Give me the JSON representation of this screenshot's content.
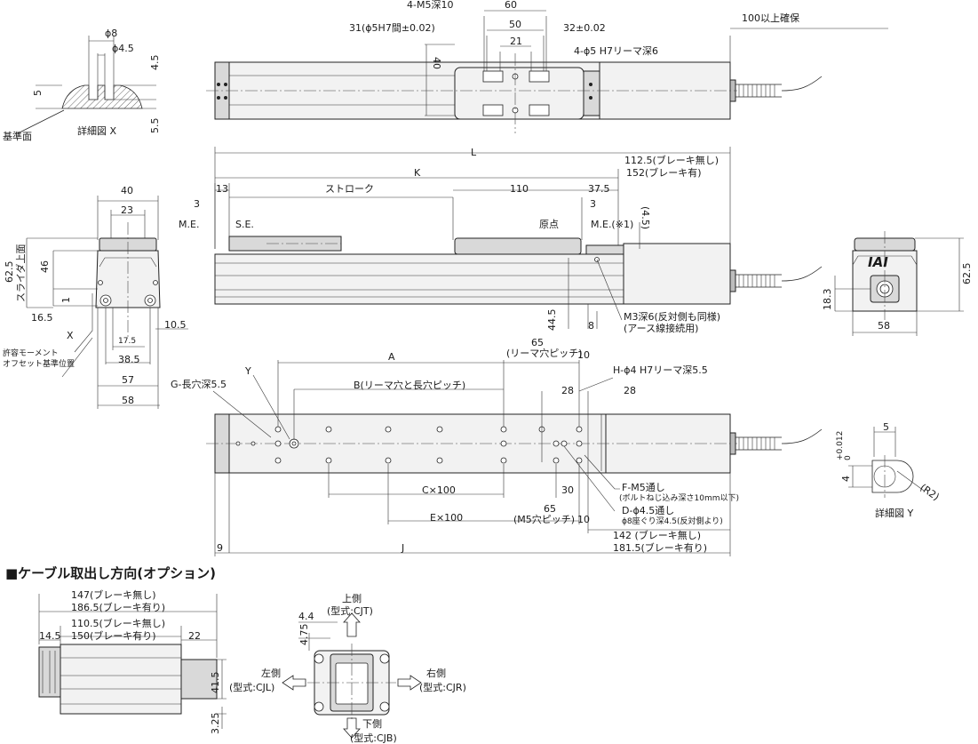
{
  "top_view": {
    "d_4m5": "4-M5深10",
    "d_31": "31(ϕ5H7間±0.02)",
    "d_60": "60",
    "d_50": "50",
    "d_21": "21",
    "d_32": "32±0.02",
    "d_4phi5": "4-ϕ5 H7リーマ深6",
    "d_100": "100以上確保",
    "d_40": "40"
  },
  "detail_x": {
    "d_phi8": "ϕ8",
    "d_phi45": "ϕ4.5",
    "d_45": "4.5",
    "d_5": "5",
    "d_55": "5.5",
    "ref_surface": "基準面",
    "title": "詳細図 X"
  },
  "side_view": {
    "d_L": "L",
    "d_K": "K",
    "d_1125": "112.5(ブレーキ無し)",
    "d_152": "152(ブレーキ有)",
    "d_13": "13",
    "d_3a": "3",
    "d_stroke": "ストローク",
    "d_110": "110",
    "d_375": "37.5",
    "d_3b": "3",
    "me_left": "M.E.",
    "se": "S.E.",
    "origin": "原点",
    "me_right": "M.E.(※1)",
    "d_45": "(4.5)",
    "d_445": "44.5",
    "d_8": "8",
    "m3_note": "M3深6(反対側も同様)",
    "earth_note": "(アース線接続用)"
  },
  "end_view_left": {
    "d_40": "40",
    "d_23": "23",
    "d_625": "62.5",
    "slider_top": "スライダ上面",
    "d_46": "46",
    "d_1": "1",
    "d_165": "16.5",
    "d_105": "10.5",
    "d_175": "17.5",
    "d_385": "38.5",
    "d_57": "57",
    "d_58": "58",
    "x_label": "X",
    "offset_note1": "許容モーメント",
    "offset_note2": "オフセット基準位置"
  },
  "end_view_right": {
    "logo": "IAI",
    "d_625": "62.5",
    "d_183": "18.3",
    "d_58": "58"
  },
  "bottom_view": {
    "d_A": "A",
    "d_65": "65",
    "reamer_pitch": "(リーマ穴ピッチ)",
    "d_10": "10",
    "g_hole": "G-長穴深5.5",
    "y_label": "Y",
    "b_label": "B(リーマ穴と長穴ピッチ)",
    "d_28a": "28",
    "d_28b": "28",
    "h_hole": "H-ϕ4  H7リーマ深5.5",
    "c100": "C×100",
    "d_30": "30",
    "f_m5": "F-M5通し",
    "f_note": "(ボルトねじ込み深さ10mm以下)",
    "d_hole": "D-ϕ4.5通し",
    "d_note": "ϕ8座ぐり深4.5(反対側より)",
    "e100": "E×100",
    "d_65b": "65",
    "m5_pitch": "(M5穴ピッチ)",
    "d_10b": "10",
    "d_9": "9",
    "d_J": "J",
    "d_142": "142  (ブレーキ無し)",
    "d_1815": "181.5(ブレーキ有り)"
  },
  "detail_y": {
    "d_5": "5",
    "tol": "+0.012",
    "tol0": "0",
    "d_4": "4",
    "r2": "(R2)",
    "title": "詳細図 Y"
  },
  "cable_section": {
    "heading": "■ケーブル取出し方向(オプション)",
    "d_147": "147(ブレーキ無し)",
    "d_1865": "186.5(ブレーキ有り)",
    "d_1105": "110.5(ブレーキ無し)",
    "d_150": "150(ブレーキ有り)",
    "d_145": "14.5",
    "d_22": "22",
    "d_415": "41.5",
    "d_325": "3.25",
    "d_44": "4.4",
    "d_475": "4.75",
    "top": "上側",
    "top_model": "(型式:CJT)",
    "left": "左側",
    "left_model": "(型式:CJL)",
    "right": "右側",
    "right_model": "(型式:CJR)",
    "bottom": "下側",
    "bottom_model": "(型式:CJB)"
  }
}
